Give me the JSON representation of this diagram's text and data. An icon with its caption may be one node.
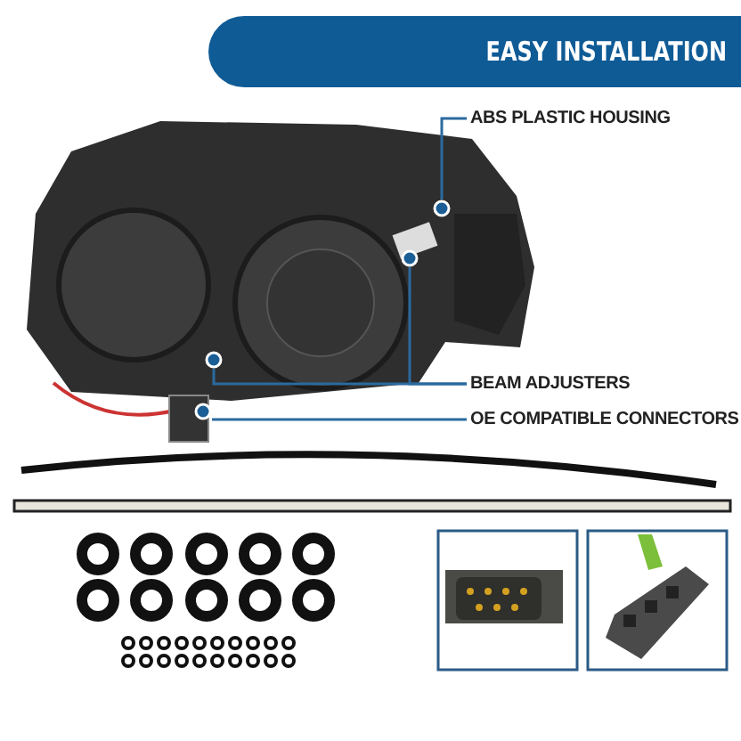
{
  "diagram": {
    "title": "EASY INSTALLATION",
    "nodes": [
      {
        "text": [
          "ABS PLASTIC HOUSING"
        ]
      },
      {
        "text": [],
        "shape": "circle"
      },
      {
        "text": [
          "BEAM ADJUSTERS"
        ]
      },
      {
        "text": [],
        "shape": "circle"
      },
      {
        "text": [],
        "shape": "circle"
      },
      {
        "text": [
          "OE COMPATIBLE CONNECTORS"
        ]
      },
      {
        "text": [],
        "shape": "circle"
      }
    ],
    "edges": [
      {
        "from": 0,
        "to": 1,
        "arrow": "none"
      },
      {
        "from": 2,
        "to": 3,
        "arrow": "none"
      },
      {
        "from": 2,
        "to": 4,
        "arrow": "none"
      },
      {
        "from": 5,
        "to": 6,
        "arrow": "none"
      }
    ]
  }
}
